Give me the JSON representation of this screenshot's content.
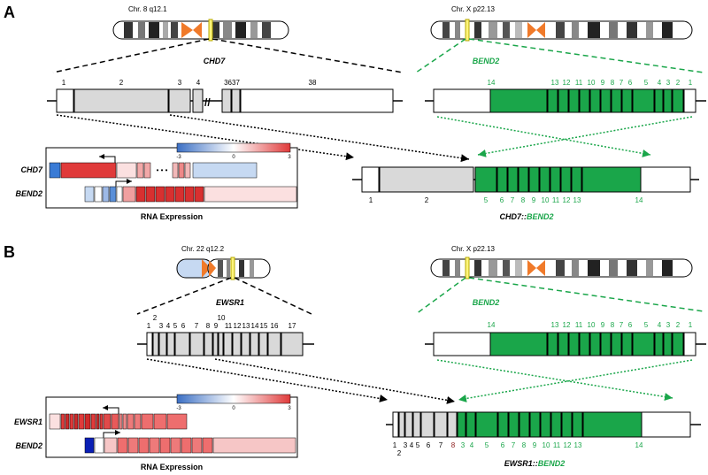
{
  "panels": [
    {
      "letter": "A",
      "left_chrom": "Chr. 8 q12.1",
      "right_chrom": "Chr. X p22.13",
      "gene1": "CHD7",
      "gene2": "BEND2",
      "gene1_exon_labels": [
        "1",
        "2",
        "3",
        "4",
        "3637",
        "38"
      ],
      "gene2_exon_labels": [
        "14",
        "13",
        "12",
        "11",
        "10",
        "9",
        "8",
        "7",
        "6",
        "5",
        "4",
        "3",
        "2",
        "1"
      ],
      "fusion_black_labels": [
        "1",
        "2"
      ],
      "fusion_green_labels": [
        "5",
        "6",
        "7",
        "8",
        "9",
        "10",
        "11",
        "12",
        "13",
        "14"
      ],
      "fusion_name_a": "CHD7::",
      "fusion_name_b": "BEND2",
      "heat_rows": [
        "CHD7",
        "BEND2"
      ],
      "heat_title": "RNA Expression",
      "ellipsis": "• • •"
    },
    {
      "letter": "B",
      "left_chrom": "Chr. 22 q12.2",
      "right_chrom": "Chr. X p22.13",
      "gene1": "EWSR1",
      "gene2": "BEND2",
      "gene1_exon_labels": [
        "2",
        "1",
        "3",
        "4",
        "5",
        "6",
        "7",
        "8",
        "9",
        "10",
        "11",
        "12",
        "13",
        "14",
        "15",
        "16",
        "17"
      ],
      "gene2_exon_labels": [
        "14",
        "13",
        "12",
        "11",
        "10",
        "9",
        "8",
        "7",
        "6",
        "5",
        "4",
        "3",
        "2",
        "1"
      ],
      "fusion_black_labels": [
        "1",
        "2",
        "3",
        "4",
        "5",
        "6",
        "7",
        "8"
      ],
      "fusion_green_labels": [
        "3",
        "4",
        "5",
        "6",
        "7",
        "8",
        "9",
        "10",
        "11",
        "12",
        "13",
        "14"
      ],
      "fusion_name_a": "EWSR1::",
      "fusion_name_b": "BEND2",
      "heat_rows": [
        "EWSR1",
        "BEND2"
      ],
      "heat_title": "RNA Expression"
    }
  ],
  "scale_ticks": [
    "-3",
    "0",
    "3"
  ],
  "colors": {
    "green": "#1aa64a",
    "grey": "#d9d9d9",
    "red": "#e03030",
    "blue": "#3a7bd5",
    "dark_blue": "#0a1fb5",
    "orange": "#f07a2a"
  }
}
